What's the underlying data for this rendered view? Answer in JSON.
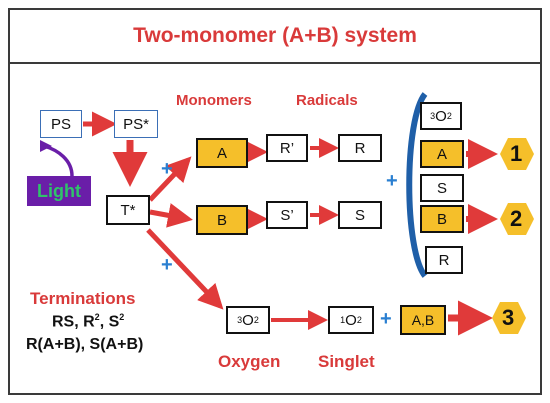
{
  "title": "Two-monomer (A+B) system",
  "labels": {
    "monomers": "Monomers",
    "radicals": "Radicals",
    "terminations": "Terminations",
    "oxygen": "Oxygen",
    "singlet": "Singlet"
  },
  "nodes": {
    "ps": "PS",
    "ps_star": "PS*",
    "t_star": "T*",
    "light": "Light",
    "a": "A",
    "b": "B",
    "r_prime": "R’",
    "s_prime": "S’",
    "r": "R",
    "s": "S",
    "o2_triplet_sup": "3",
    "o2_triplet_base": "O",
    "o2_triplet_sub": "2",
    "o2_singlet_sup": "1",
    "o2_singlet_base": "O",
    "o2_singlet_sub": "2",
    "ab": "A,B"
  },
  "stack": {
    "o2_sup": "3",
    "o2_base": "O",
    "o2_sub": "2",
    "a": "A",
    "s": "S",
    "b": "B",
    "r": "R"
  },
  "products": [
    "1",
    "2",
    "3"
  ],
  "terminations": {
    "line1_prefix": "RS, R",
    "line1_sup1": "2",
    "line1_mid": ", S",
    "line1_sup2": "2",
    "line2": "R(A+B), S(A+B)"
  },
  "plus_sign": "+",
  "colors": {
    "title_red": "#d93a3a",
    "arrow_red": "#e03a3a",
    "monomer_yellow": "#f5bf2a",
    "light_purple": "#6a1ea8",
    "light_text_green": "#2fc36a",
    "plus_blue": "#2a7fd1",
    "bracket_blue": "#1f5fa8"
  }
}
